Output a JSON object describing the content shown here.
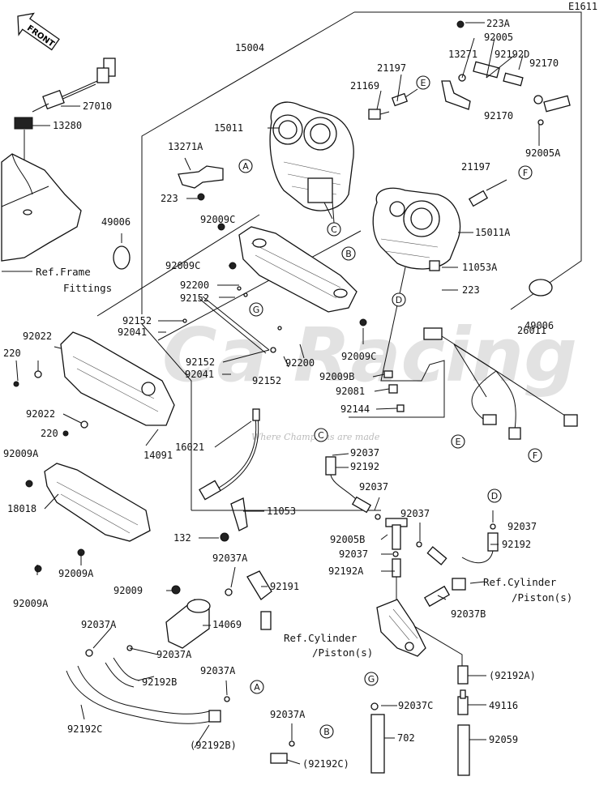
{
  "diagram_code": "E1611",
  "front_label": "FRONT",
  "watermark": {
    "line1": "Ca Racing",
    "line2": "Where Champions are made"
  },
  "refs": {
    "frame": [
      "Ref.Frame",
      "Fittings"
    ],
    "cyl1": [
      "Ref.Cylinder",
      "/Piston(s)"
    ],
    "cyl2": [
      "Ref.Cylinder",
      "/Piston(s)"
    ]
  },
  "callouts": [
    "A",
    "B",
    "C",
    "D",
    "E",
    "F",
    "G"
  ],
  "parts": [
    {
      "id": "p223a",
      "text": "223A"
    },
    {
      "id": "p15004",
      "text": "15004"
    },
    {
      "id": "p13271",
      "text": "13271"
    },
    {
      "id": "p92005",
      "text": "92005"
    },
    {
      "id": "p92192d",
      "text": "92192D"
    },
    {
      "id": "p21197a",
      "text": "21197"
    },
    {
      "id": "p21169",
      "text": "21169"
    },
    {
      "id": "p92170a",
      "text": "92170"
    },
    {
      "id": "p92170b",
      "text": "92170"
    },
    {
      "id": "p27010",
      "text": "27010"
    },
    {
      "id": "p13280",
      "text": "13280"
    },
    {
      "id": "p15011",
      "text": "15011"
    },
    {
      "id": "p92005a",
      "text": "92005A"
    },
    {
      "id": "p13271a",
      "text": "13271A"
    },
    {
      "id": "p21197b",
      "text": "21197"
    },
    {
      "id": "p223b",
      "text": "223"
    },
    {
      "id": "p49006a",
      "text": "49006"
    },
    {
      "id": "p92009ca",
      "text": "92009C"
    },
    {
      "id": "p15011a",
      "text": "15011A"
    },
    {
      "id": "p92009cb",
      "text": "92009C"
    },
    {
      "id": "p11053a",
      "text": "11053A"
    },
    {
      "id": "p92200a",
      "text": "92200"
    },
    {
      "id": "p92152a",
      "text": "92152"
    },
    {
      "id": "p223c",
      "text": "223"
    },
    {
      "id": "p92152b",
      "text": "92152"
    },
    {
      "id": "p92041a",
      "text": "92041"
    },
    {
      "id": "p49006b",
      "text": "49006"
    },
    {
      "id": "p92022a",
      "text": "92022"
    },
    {
      "id": "p220a",
      "text": "220"
    },
    {
      "id": "p26011",
      "text": "26011"
    },
    {
      "id": "p92152c",
      "text": "92152"
    },
    {
      "id": "p92041b",
      "text": "92041"
    },
    {
      "id": "p92152d",
      "text": "92152"
    },
    {
      "id": "p92200b",
      "text": "92200"
    },
    {
      "id": "p92009cc",
      "text": "92009C"
    },
    {
      "id": "p92009b",
      "text": "92009B"
    },
    {
      "id": "p92081",
      "text": "92081"
    },
    {
      "id": "p92144",
      "text": "92144"
    },
    {
      "id": "p92022b",
      "text": "92022"
    },
    {
      "id": "p220b",
      "text": "220"
    },
    {
      "id": "p14091",
      "text": "14091"
    },
    {
      "id": "p16021",
      "text": "16021"
    },
    {
      "id": "p92037a",
      "text": "92037"
    },
    {
      "id": "p92009a1",
      "text": "92009A"
    },
    {
      "id": "p92192a",
      "text": "92192"
    },
    {
      "id": "p92037b",
      "text": "92037"
    },
    {
      "id": "p18018",
      "text": "18018"
    },
    {
      "id": "p11053",
      "text": "11053"
    },
    {
      "id": "p92037c",
      "text": "92037"
    },
    {
      "id": "p92037d",
      "text": "92037"
    },
    {
      "id": "p132",
      "text": "132"
    },
    {
      "id": "p92005b",
      "text": "92005B"
    },
    {
      "id": "p92192b",
      "text": "92192"
    },
    {
      "id": "p92037e",
      "text": "92037"
    },
    {
      "id": "p92009a2",
      "text": "92009A"
    },
    {
      "id": "p92192a2",
      "text": "92192A"
    },
    {
      "id": "p92009a3",
      "text": "92009A"
    },
    {
      "id": "p92037a1",
      "text": "92037A"
    },
    {
      "id": "p92009",
      "text": "92009"
    },
    {
      "id": "p92191",
      "text": "92191"
    },
    {
      "id": "p92037bb",
      "text": "92037B"
    },
    {
      "id": "p92037a2",
      "text": "92037A"
    },
    {
      "id": "p14069",
      "text": "14069"
    },
    {
      "id": "p92037a3",
      "text": "92037A"
    },
    {
      "id": "p92037a4",
      "text": "92037A"
    },
    {
      "id": "p92192bb",
      "text": "92192B"
    },
    {
      "id": "p92192a3",
      "text": "(92192A)"
    },
    {
      "id": "p49116",
      "text": "49116"
    },
    {
      "id": "p92037cc",
      "text": "92037C"
    },
    {
      "id": "p92192c",
      "text": "92192C"
    },
    {
      "id": "p92037a5",
      "text": "92037A"
    },
    {
      "id": "p92192b2",
      "text": "(92192B)"
    },
    {
      "id": "p702",
      "text": "702"
    },
    {
      "id": "p92059",
      "text": "92059"
    },
    {
      "id": "p92192c2",
      "text": "(92192C)"
    }
  ]
}
